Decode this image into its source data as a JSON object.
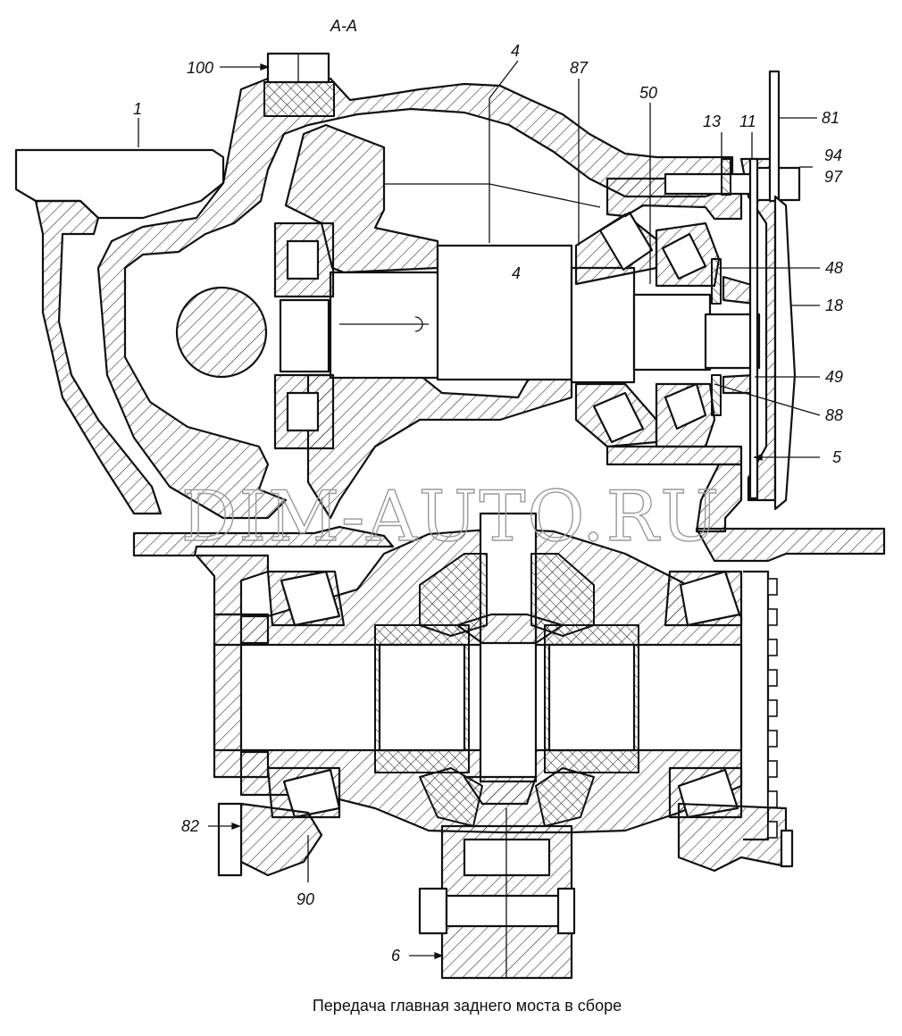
{
  "section_label": "А-А",
  "caption": "Передача главная заднего моста в сборе",
  "watermark": "DIM-AUTO.RU",
  "callouts": [
    {
      "id": "100",
      "text": "100"
    },
    {
      "id": "1",
      "text": "1"
    },
    {
      "id": "4a",
      "text": "4"
    },
    {
      "id": "4b",
      "text": "4"
    },
    {
      "id": "87",
      "text": "87"
    },
    {
      "id": "50",
      "text": "50"
    },
    {
      "id": "13",
      "text": "13"
    },
    {
      "id": "11",
      "text": "11"
    },
    {
      "id": "81",
      "text": "81"
    },
    {
      "id": "94",
      "text": "94"
    },
    {
      "id": "97",
      "text": "97"
    },
    {
      "id": "48",
      "text": "48"
    },
    {
      "id": "18",
      "text": "18"
    },
    {
      "id": "49",
      "text": "49"
    },
    {
      "id": "88",
      "text": "88"
    },
    {
      "id": "5",
      "text": "5"
    },
    {
      "id": "82",
      "text": "82"
    },
    {
      "id": "90",
      "text": "90"
    },
    {
      "id": "6",
      "text": "6"
    }
  ]
}
